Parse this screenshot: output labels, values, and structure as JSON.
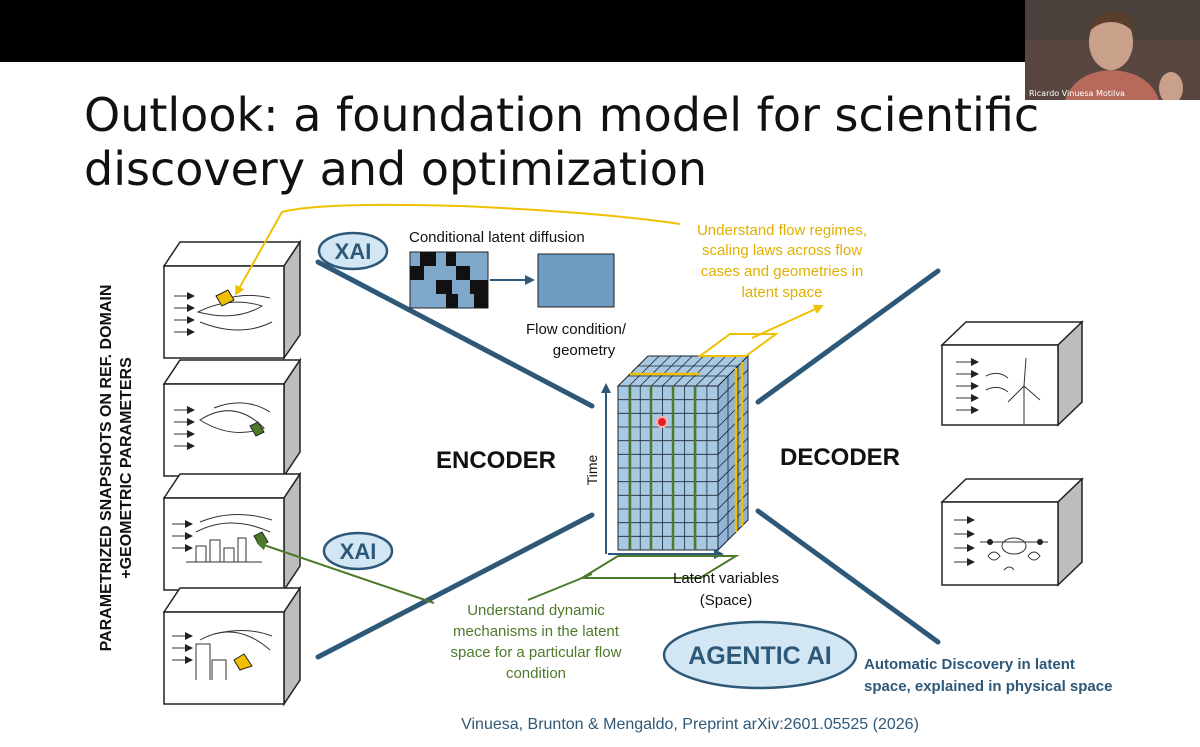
{
  "participant": {
    "name": "Ricardo Vinuesa Motilva"
  },
  "slide": {
    "title_line1": "Outlook: a foundation model for scientific",
    "title_line2": "discovery and optimization",
    "vertical_line1": "PARAMETRIZED SNAPSHOTS ON REF. DOMAIN",
    "vertical_line2": "+GEOMETRIC PARAMETERS",
    "xai_top": "XAI",
    "xai_bottom": "XAI",
    "conditional_latent_diffusion": "Conditional latent diffusion",
    "flow_condition_line1": "Flow condition/",
    "flow_condition_line2": "geometry",
    "yellow_note": [
      "Understand flow regimes,",
      "scaling laws across flow",
      "cases and geometries in",
      "latent space"
    ],
    "encoder": "ENCODER",
    "decoder": "DECODER",
    "time": "Time",
    "latent_line1": "Latent variables",
    "latent_line2": "(Space)",
    "green_note": [
      "Understand dynamic",
      "mechanisms in the latent",
      "space for a particular flow",
      "condition"
    ],
    "agentic": "AGENTIC AI",
    "discovery_line1": "Automatic Discovery in latent",
    "discovery_line2": "space, explained in physical space",
    "citation": "Vinuesa, Brunton & Mengaldo, Preprint arXiv:2601.05525 (2026)"
  },
  "colors": {
    "accent_blue": "#2e5878",
    "yellow": "#f0c000",
    "green": "#4d7a2a",
    "grid_blue": "#a9c9e3",
    "ellipse_fill": "#d3e6f4",
    "laser": "#e02020"
  }
}
